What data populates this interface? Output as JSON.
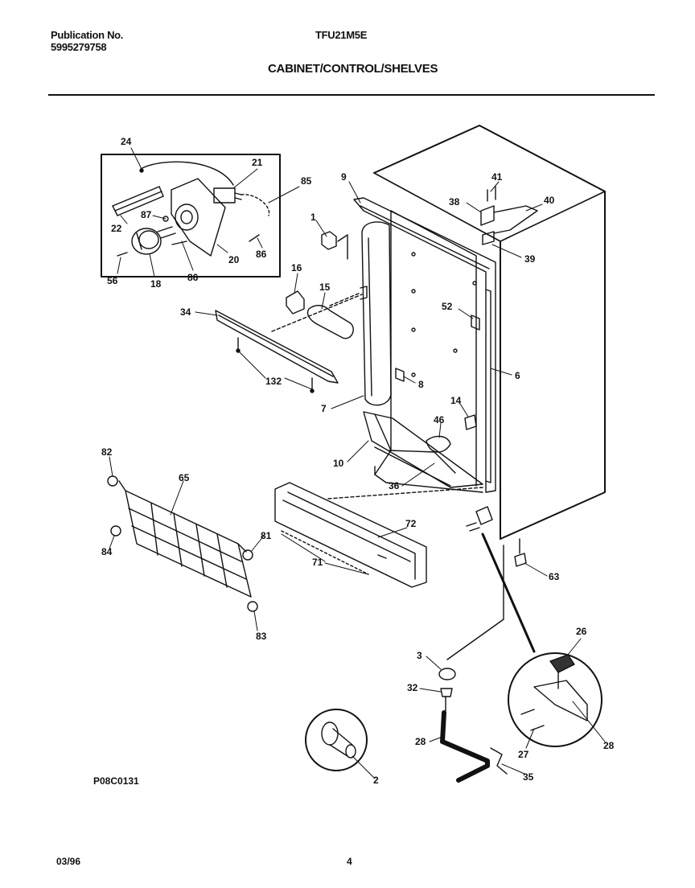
{
  "header": {
    "publication_label": "Publication No.",
    "publication_number": "5995279758",
    "model": "TFU21M5E",
    "title": "CABINET/CONTROL/SHELVES"
  },
  "diagram": {
    "drawing_code": "P08C0131",
    "callouts": [
      {
        "id": "c24",
        "text": "24"
      },
      {
        "id": "c21",
        "text": "21"
      },
      {
        "id": "c85",
        "text": "85"
      },
      {
        "id": "c87",
        "text": "87"
      },
      {
        "id": "c22",
        "text": "22"
      },
      {
        "id": "c20",
        "text": "20"
      },
      {
        "id": "c86a",
        "text": "86"
      },
      {
        "id": "c56",
        "text": "56"
      },
      {
        "id": "c18",
        "text": "18"
      },
      {
        "id": "c86b",
        "text": "86"
      },
      {
        "id": "c9",
        "text": "9"
      },
      {
        "id": "c1",
        "text": "1"
      },
      {
        "id": "c16",
        "text": "16"
      },
      {
        "id": "c15",
        "text": "15"
      },
      {
        "id": "c34",
        "text": "34"
      },
      {
        "id": "c132",
        "text": "132"
      },
      {
        "id": "c7",
        "text": "7"
      },
      {
        "id": "c41",
        "text": "41"
      },
      {
        "id": "c38",
        "text": "38"
      },
      {
        "id": "c40",
        "text": "40"
      },
      {
        "id": "c39",
        "text": "39"
      },
      {
        "id": "c52",
        "text": "52"
      },
      {
        "id": "c8",
        "text": "8"
      },
      {
        "id": "c6",
        "text": "6"
      },
      {
        "id": "c14",
        "text": "14"
      },
      {
        "id": "c46",
        "text": "46"
      },
      {
        "id": "c10",
        "text": "10"
      },
      {
        "id": "c36",
        "text": "36"
      },
      {
        "id": "c82",
        "text": "82"
      },
      {
        "id": "c65",
        "text": "65"
      },
      {
        "id": "c81",
        "text": "81"
      },
      {
        "id": "c84",
        "text": "84"
      },
      {
        "id": "c83",
        "text": "83"
      },
      {
        "id": "c72",
        "text": "72"
      },
      {
        "id": "c71",
        "text": "71"
      },
      {
        "id": "c63",
        "text": "63"
      },
      {
        "id": "c26",
        "text": "26"
      },
      {
        "id": "c3",
        "text": "3"
      },
      {
        "id": "c32",
        "text": "32"
      },
      {
        "id": "c28a",
        "text": "28"
      },
      {
        "id": "c27",
        "text": "27"
      },
      {
        "id": "c28b",
        "text": "28"
      },
      {
        "id": "c35",
        "text": "35"
      },
      {
        "id": "c2",
        "text": "2"
      }
    ]
  },
  "footer": {
    "date": "03/96",
    "page": "4"
  }
}
